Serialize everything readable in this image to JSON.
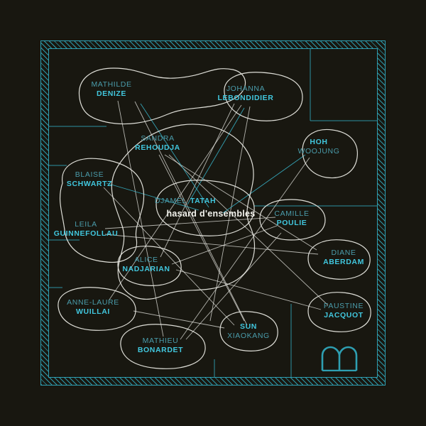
{
  "poster": {
    "title": "hasard d'ensembles",
    "colors": {
      "background": "#181710",
      "accent": "#41c7de",
      "accent_dim": "#4a9cab",
      "frame_teal": "#2e9fb2",
      "line_white": "#e9e9e3"
    }
  },
  "artists": [
    {
      "line1": "MATHILDE",
      "line2": "DENIZE"
    },
    {
      "line1": "JOHANNA",
      "line2": "LEBONDIDIER"
    },
    {
      "line1": "SANDRA",
      "line2": "REHOUDJA"
    },
    {
      "line1": "HOH",
      "line2": "WOOJUNG"
    },
    {
      "line1": "BLAISE",
      "line2": "SCHWARTZ"
    },
    {
      "line1": "DJAMEL",
      "line2": "TATAH"
    },
    {
      "line1": "CAMILLE",
      "line2": "POULIE"
    },
    {
      "line1": "LEILA",
      "line2": "GUINNEFOLLAU"
    },
    {
      "line1": "DIANE",
      "line2": "ABERDAM"
    },
    {
      "line1": "ALICE",
      "line2": "NADJARIAN"
    },
    {
      "line1": "ANNE-LAURE",
      "line2": "WUILLAI"
    },
    {
      "line1": "FAUSTINE",
      "line2": "JACQUOT"
    },
    {
      "line1": "SUN",
      "line2": "XIAOKANG"
    },
    {
      "line1": "MATHIEU",
      "line2": "BONARDET"
    }
  ]
}
